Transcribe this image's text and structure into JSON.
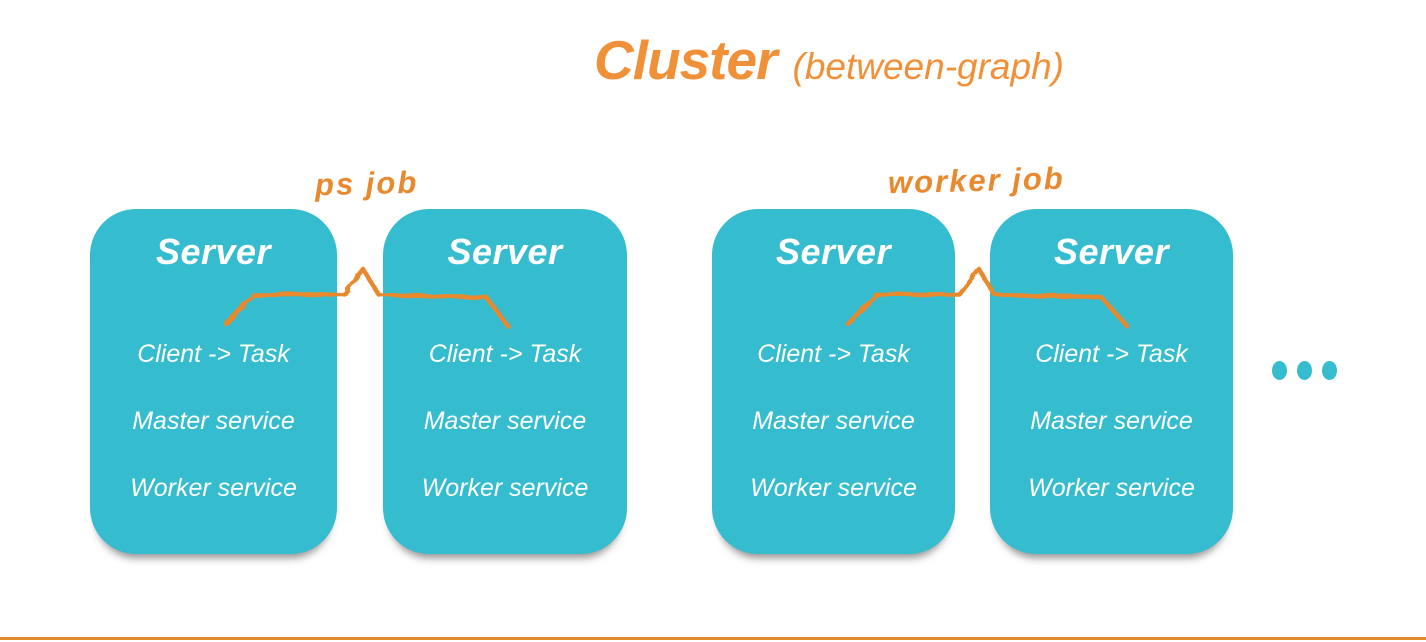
{
  "title": {
    "main": "Cluster",
    "sub": "(between-graph)"
  },
  "jobs": [
    {
      "label": "ps job"
    },
    {
      "label": "worker job"
    }
  ],
  "server_box": {
    "title": "Server",
    "rows": [
      "Client -> Task",
      "Master service",
      "Worker service"
    ]
  },
  "more_servers_indicator": {
    "icon": "ellipsis-dots",
    "count": 3
  },
  "colors": {
    "box_teal": "#35BCCE",
    "accent_orange": "#F0913A",
    "hand_orange": "#E8892E",
    "rule_orange": "#E28A2B",
    "server_text": "#FFFFFF"
  }
}
